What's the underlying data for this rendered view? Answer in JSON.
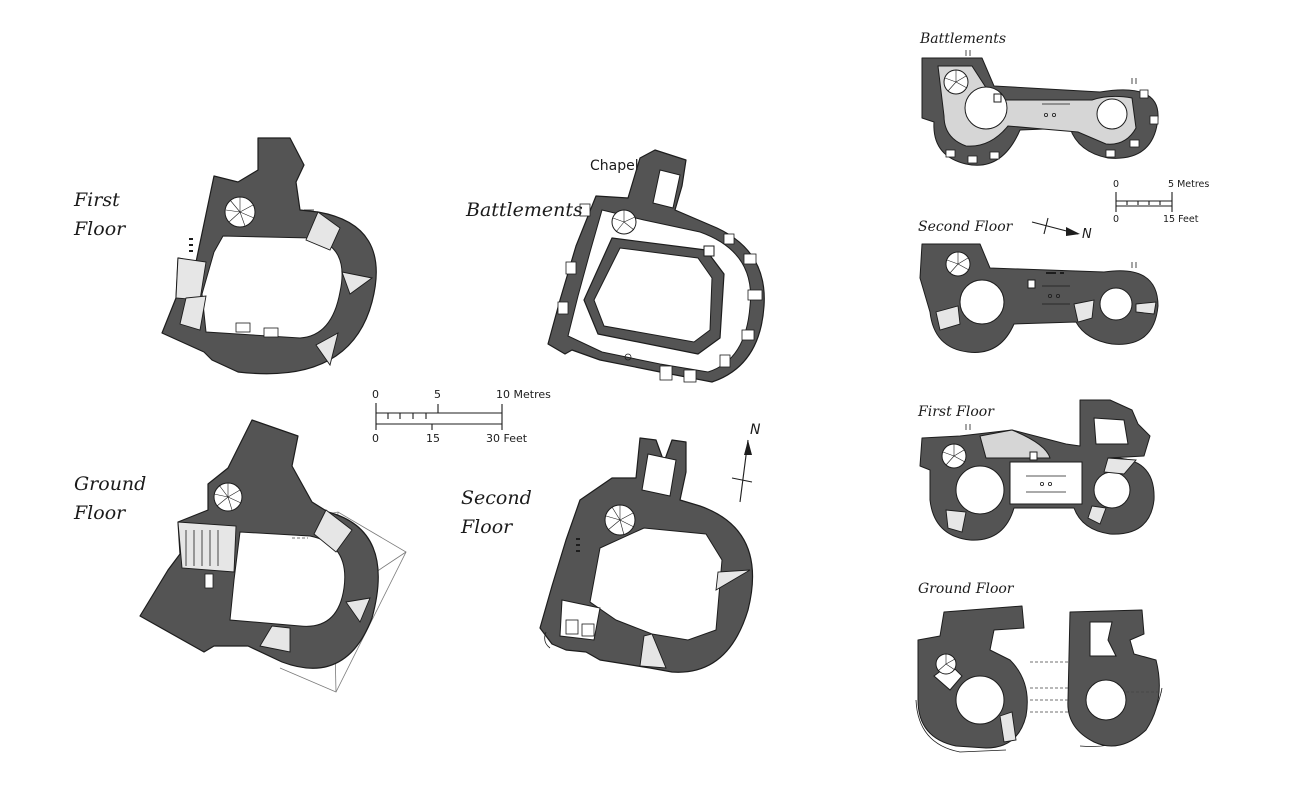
{
  "left_plans": {
    "first_floor": "First Floor",
    "battlements": "Battlements",
    "chapel": "Chapel",
    "ground_floor": "Ground Floor",
    "second_floor": "Second Floor",
    "north_letter": "N",
    "scale": {
      "metres": {
        "ticks": [
          "0",
          "5",
          "10 Metres"
        ]
      },
      "feet": {
        "ticks": [
          "0",
          "15",
          "30 Feet"
        ]
      }
    }
  },
  "right_plans": {
    "battlements": "Battlements",
    "second_floor": "Second Floor",
    "first_floor": "First Floor",
    "ground_floor": "Ground Floor",
    "north_letter": "N",
    "scale": {
      "metres": {
        "ticks": [
          "0",
          "5 Metres"
        ]
      },
      "feet": {
        "ticks": [
          "0",
          "15 Feet"
        ]
      }
    }
  },
  "colors": {
    "wall": "#545454",
    "background": "#ffffff",
    "roof_fill": "#d6d6d6"
  }
}
